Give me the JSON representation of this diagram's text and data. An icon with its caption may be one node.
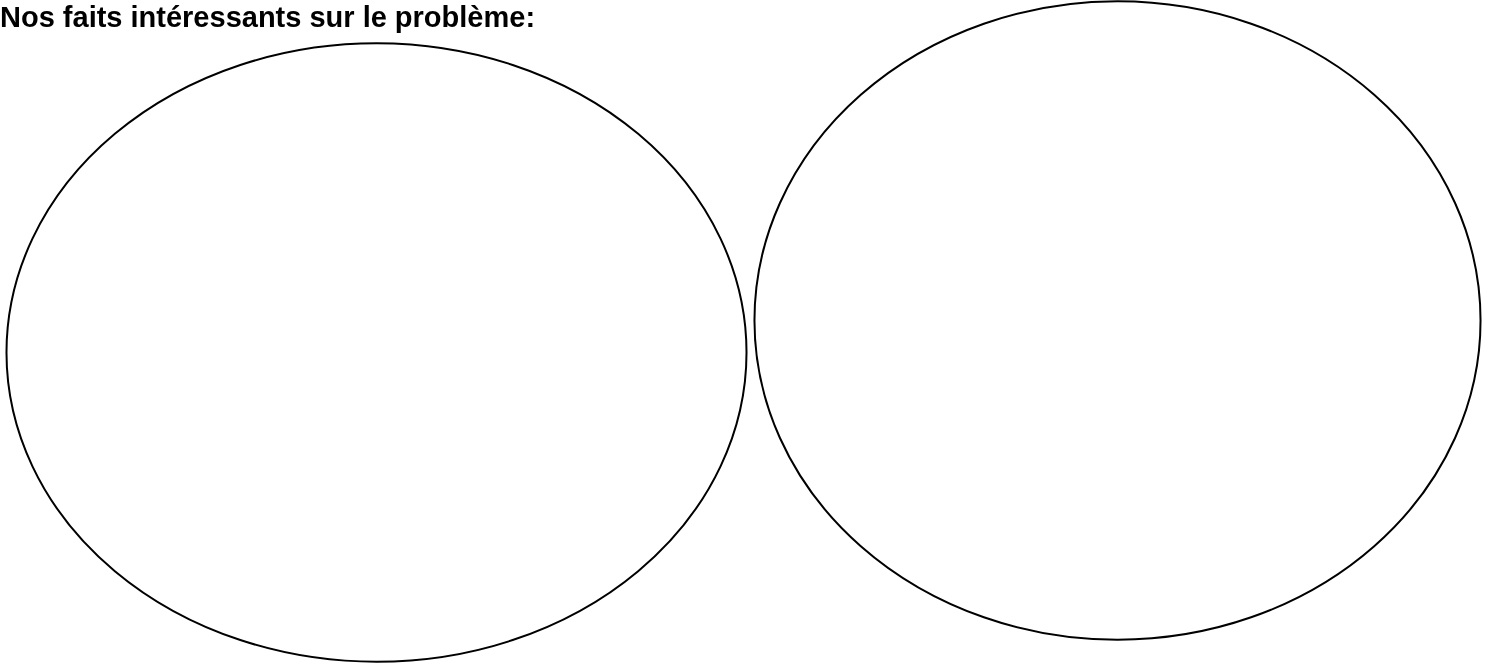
{
  "diagram": {
    "title": "Nos faits intéressants sur le problème:",
    "nodes": [
      {
        "text": [],
        "shape": "circle"
      },
      {
        "text": [],
        "shape": "circle"
      }
    ]
  }
}
